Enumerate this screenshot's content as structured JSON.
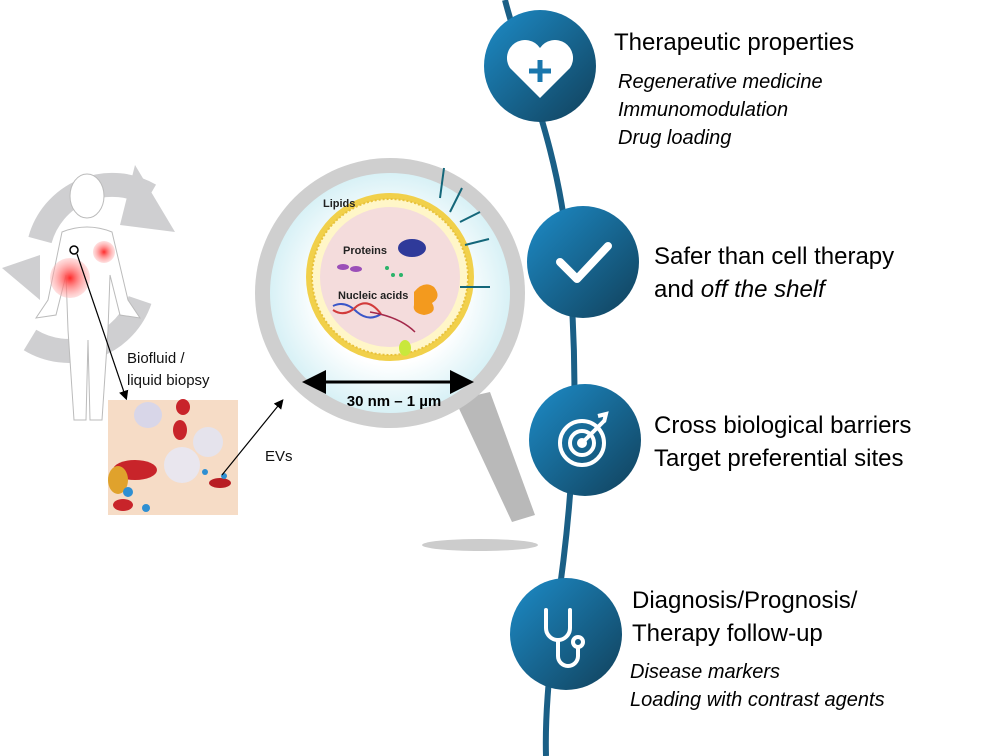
{
  "left": {
    "biofluid_label_line1": "Biofluid /",
    "biofluid_label_line2": "liquid biopsy",
    "evs_label": "EVs"
  },
  "magnifier": {
    "lipids": "Lipids",
    "proteins": "Proteins",
    "nucleic_acids": "Nucleic acids",
    "size_range": "30 nm – 1 µm"
  },
  "timeline": {
    "items": [
      {
        "icon": "heart-plus-icon",
        "title_lines": [
          "Therapeutic properties"
        ],
        "sub_lines": [
          "Regenerative medicine",
          "Immunomodulation",
          "Drug loading"
        ]
      },
      {
        "icon": "checkmark-icon",
        "title_lines": [
          "Safer than cell therapy",
          "and "
        ],
        "title_italic": "off the shelf",
        "sub_lines": []
      },
      {
        "icon": "target-icon",
        "title_lines": [
          "Cross biological barriers",
          "Target preferential sites"
        ],
        "sub_lines": []
      },
      {
        "icon": "stethoscope-icon",
        "title_lines": [
          "Diagnosis/Prognosis/",
          "Therapy follow-up"
        ],
        "sub_lines": [
          "Disease markers",
          "Loading with contrast agents"
        ]
      }
    ]
  },
  "colors": {
    "icon_light": "#1b86c0",
    "icon_dark": "#134b68",
    "line": "#1a5f86"
  }
}
